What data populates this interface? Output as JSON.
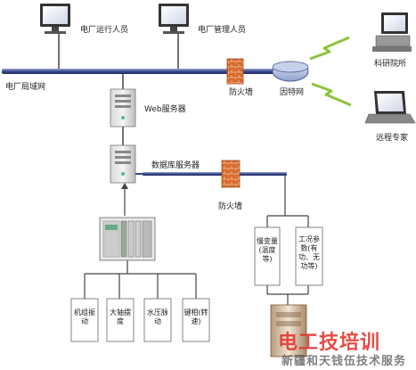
{
  "labels": {
    "operators": "电厂运行人员",
    "managers": "电厂管理人员",
    "lan": "电厂局域网",
    "firewall_top": "防火墙",
    "internet": "因特网",
    "research": "科研院所",
    "experts": "远程专家",
    "web_server": "Web服务器",
    "db_server": "数据库服务器",
    "firewall_bottom": "防火墙"
  },
  "sensor_boxes": [
    {
      "name": "shaft-vibration",
      "text": "机组振动"
    },
    {
      "name": "shaft-deflection",
      "text": "大轴摆度"
    },
    {
      "name": "pressure-pulsation",
      "text": "水压脉动"
    },
    {
      "name": "key-phase",
      "text": "键相(转速)"
    }
  ],
  "input_boxes": [
    {
      "name": "slow-variables",
      "text": "慢变量(温度等)"
    },
    {
      "name": "operating-params",
      "text": "工况参数(有功、无功等)"
    }
  ],
  "watermark": {
    "main": "电工技培训",
    "sub": "新疆和天钱伍技术服务"
  },
  "colors": {
    "bus": "#3a4a8c",
    "firewall": "#d86a2c",
    "lightning": "#8cc43c"
  }
}
